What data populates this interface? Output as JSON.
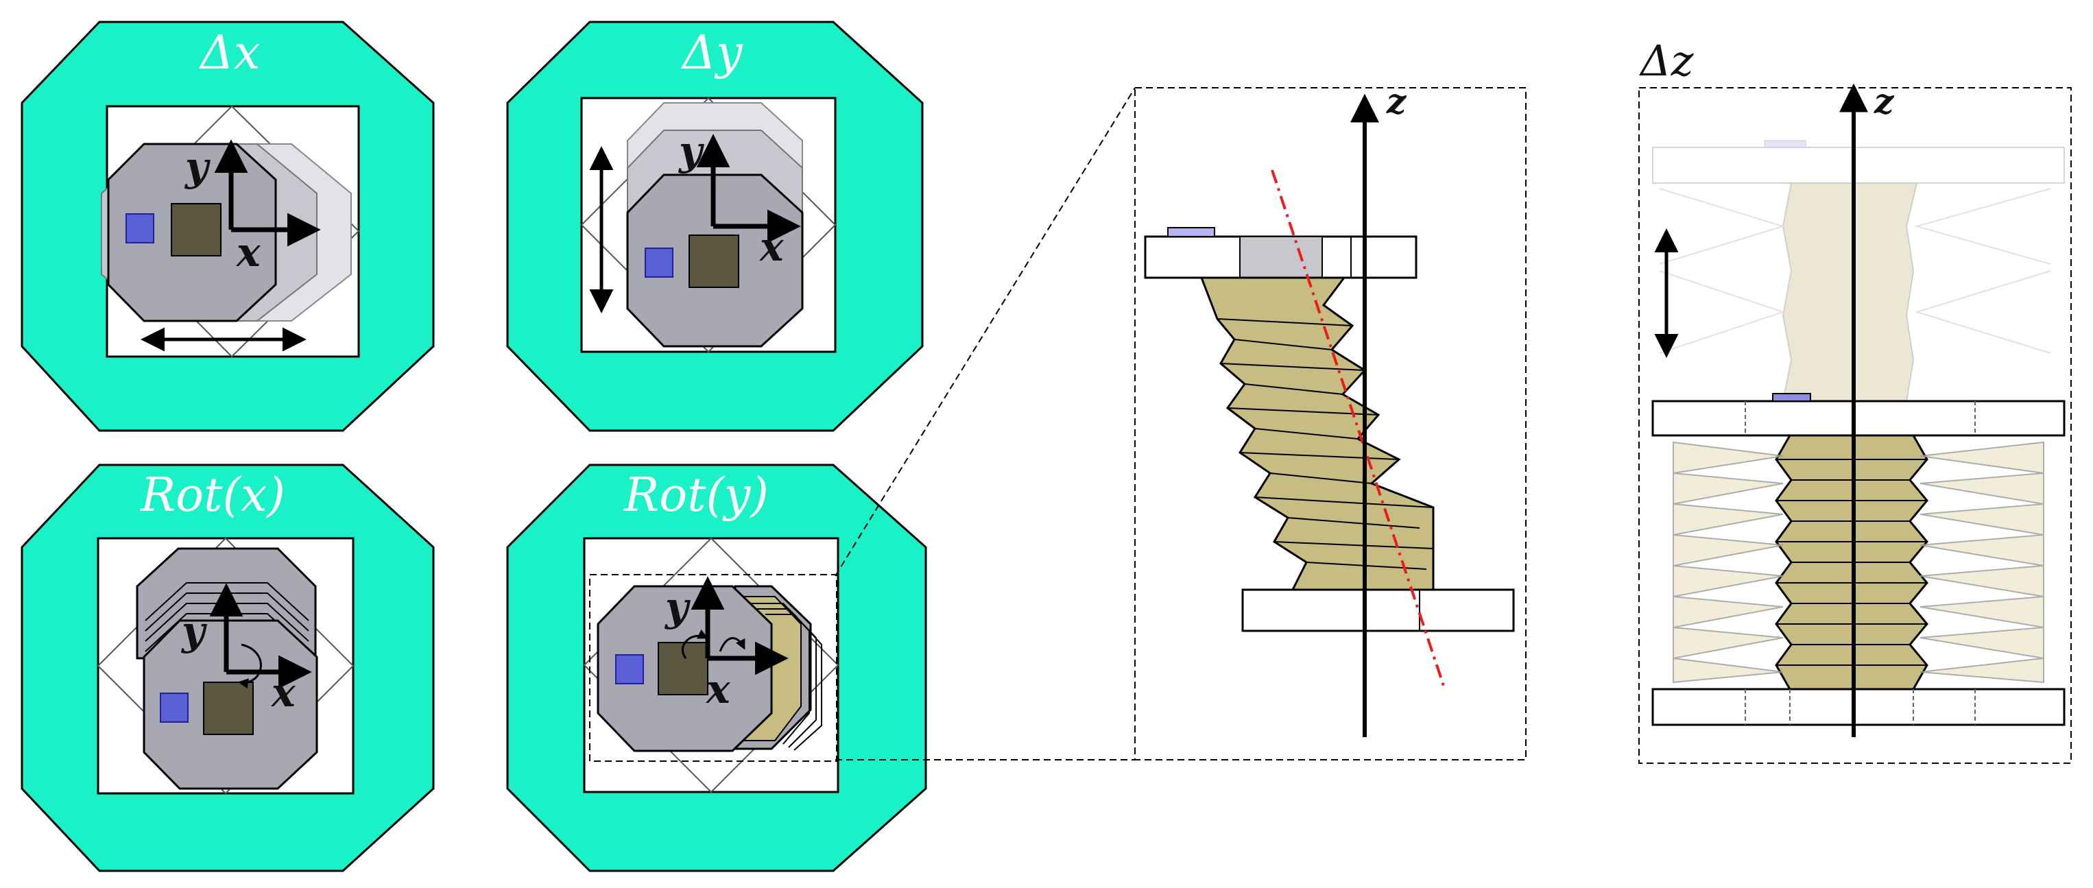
{
  "panels": {
    "dx": {
      "title": "Δx"
    },
    "dy": {
      "title": "Δy"
    },
    "rotx": {
      "title": "Rot(x)"
    },
    "roty": {
      "title": "Rot(y)"
    },
    "zoom": {
      "axis": "z"
    },
    "dz": {
      "title": "Δz",
      "axis": "z"
    }
  },
  "axes": {
    "x": "x",
    "y": "y"
  },
  "colors": {
    "frame": "#1bf1c6",
    "module": "#a8a8b3",
    "module_dark": "#8f8f9a",
    "center": "#5a5640",
    "marker": "#5a5fd6",
    "bellows": "#c7bc81",
    "bellows_light": "#e8e0b8",
    "tilt_axis": "#e8201c"
  }
}
